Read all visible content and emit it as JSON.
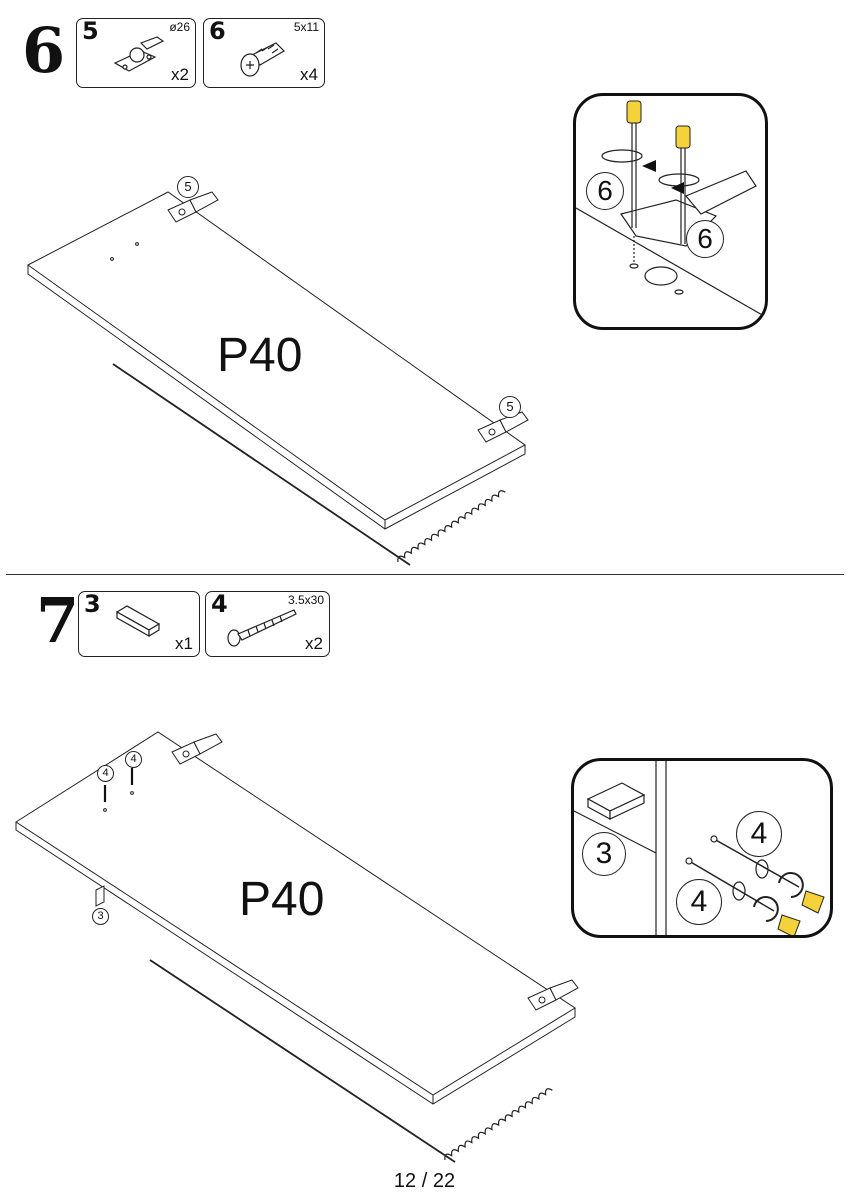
{
  "step6": {
    "number": "6",
    "parts": [
      {
        "id": "5",
        "dimension": "ø26",
        "quantity": "x2",
        "icon": "hinge-icon"
      },
      {
        "id": "6",
        "dimension": "5x11",
        "quantity": "x4",
        "icon": "euro-screw-icon"
      }
    ],
    "panel_label": "P40",
    "callouts": [
      "5",
      "5"
    ],
    "detail_callouts": [
      "6",
      "6"
    ]
  },
  "step7": {
    "number": "7",
    "parts": [
      {
        "id": "3",
        "dimension": "",
        "quantity": "x1",
        "icon": "shelf-bracket-icon"
      },
      {
        "id": "4",
        "dimension": "3.5x30",
        "quantity": "x2",
        "icon": "wood-screw-icon"
      }
    ],
    "panel_label": "P40",
    "callouts": [
      "4",
      "4",
      "3"
    ],
    "detail_callouts": [
      "3",
      "4",
      "4"
    ]
  },
  "footer": {
    "page": "12 / 22"
  }
}
